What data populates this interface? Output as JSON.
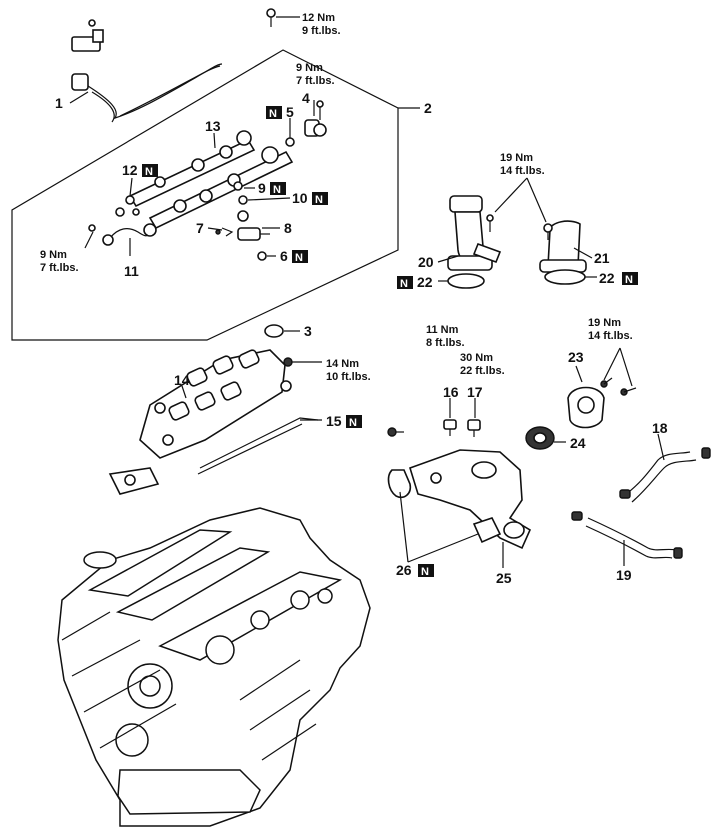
{
  "callouts": {
    "c1": "1",
    "c2": "2",
    "c3": "3",
    "c4": "4",
    "c5": "5",
    "c6": "6",
    "c7": "7",
    "c8": "8",
    "c9": "9",
    "c10": "10",
    "c11": "11",
    "c12": "12",
    "c13": "13",
    "c14": "14",
    "c15": "15",
    "c16": "16",
    "c17": "17",
    "c18": "18",
    "c19": "19",
    "c20": "20",
    "c21": "21",
    "c22a": "22",
    "c22b": "22",
    "c23": "23",
    "c24": "24",
    "c25": "25",
    "c26": "26"
  },
  "new_part_marker": "N",
  "torque": {
    "t_top_nm": "12 Nm",
    "t_top_ft": "9 ft.lbs.",
    "t_4_nm": "9 Nm",
    "t_4_ft": "7 ft.lbs.",
    "t_11_nm": "9 Nm",
    "t_11_ft": "7 ft.lbs.",
    "t_20_nm": "19 Nm",
    "t_20_ft": "14 ft.lbs.",
    "t_14_nm": "14 Nm",
    "t_14_ft": "10 ft.lbs.",
    "t_16_nm": "11 Nm",
    "t_16_ft": "8 ft.lbs.",
    "t_17_nm": "30 Nm",
    "t_17_ft": "22 ft.lbs.",
    "t_23_nm": "19 Nm",
    "t_23_ft": "14 ft.lbs."
  }
}
